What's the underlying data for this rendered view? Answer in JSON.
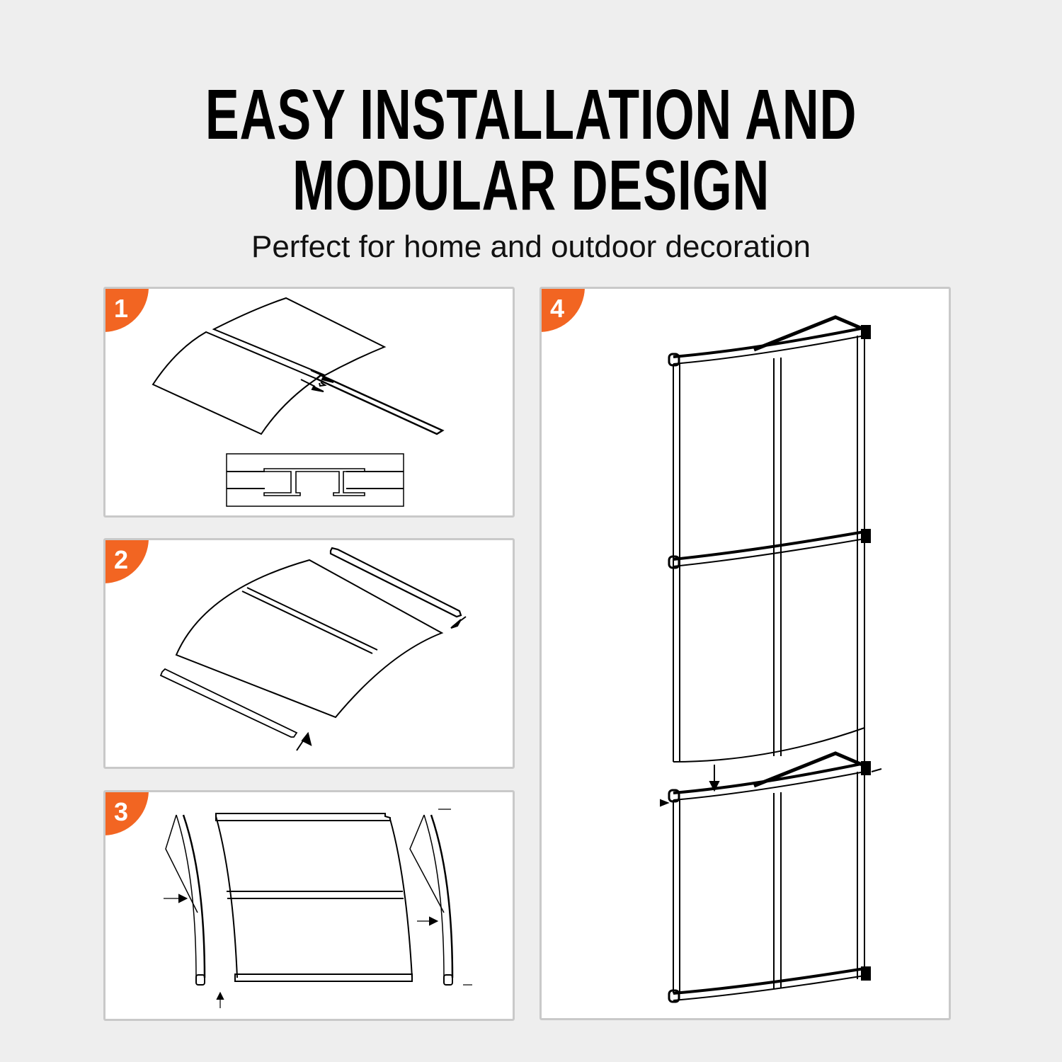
{
  "header": {
    "title_line1": "EASY INSTALLATION AND",
    "title_line2": "MODULAR DESIGN",
    "subtitle": "Perfect for home and outdoor decoration"
  },
  "colors": {
    "background": "#eeeeee",
    "panel_bg": "#ffffff",
    "panel_border": "#c9c9c9",
    "badge": "#f26522",
    "line_art": "#000000"
  },
  "steps": [
    {
      "number": "1",
      "illustration": "panel-joint-connector-insertion"
    },
    {
      "number": "2",
      "illustration": "end-strip-attachment"
    },
    {
      "number": "3",
      "illustration": "bracket-mounting-both-sides"
    },
    {
      "number": "4",
      "illustration": "modular-stacking-of-awning-units"
    }
  ]
}
